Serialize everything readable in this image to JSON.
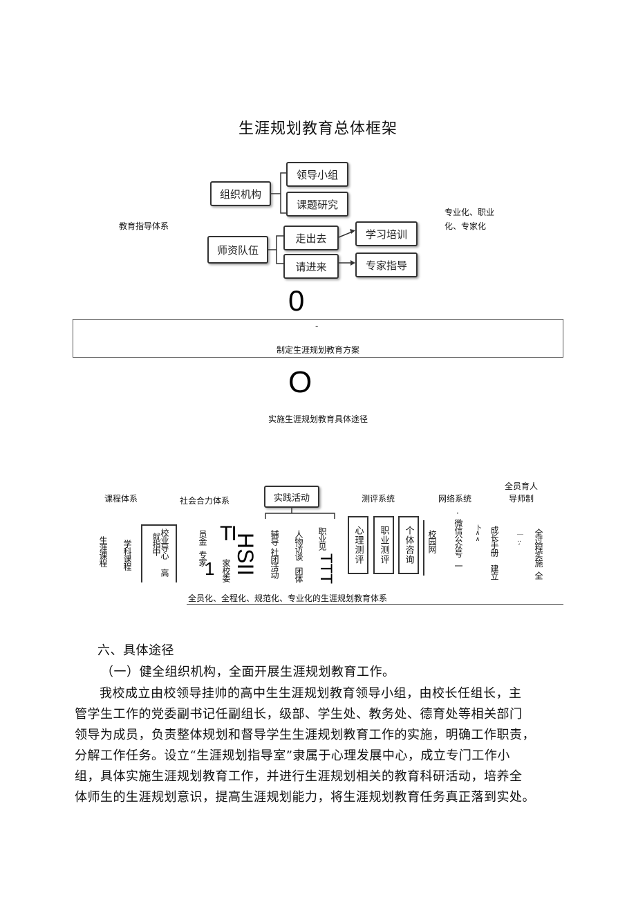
{
  "title": "生涯规划教育总体框架",
  "guidance": {
    "system_label": "教育指导体系",
    "org": "组织机构",
    "org_children": [
      "领导小组",
      "课题研究"
    ],
    "teachers": "师资队伍",
    "teacher_children": [
      "走出去",
      "请进来"
    ],
    "teacher_results": [
      "学习培训",
      "专家指导"
    ],
    "side_note": "专业化、职业化、专家化"
  },
  "arrow_glyph_1": "0",
  "plan_box": {
    "dash": "-",
    "label": "制定生涯规划教育方案"
  },
  "arrow_glyph_2": "O",
  "impl_label": "实施生涯规划教育具体途径",
  "systems": {
    "curriculum": "课程体系",
    "social": "社会合力体系",
    "practice": "实践活动",
    "assessment": "测评系统",
    "network": "网络系统",
    "mentor_line1": "全员育人",
    "mentor_line2": "导师制"
  },
  "verticals": {
    "career_course": "生涯课程",
    "subject_course": "学科课程",
    "box_col1": "就指中",
    "box_col2": "校业导心",
    "box_col3": "高",
    "staff1": "员金",
    "staff2": "专家",
    "parent": "家校委",
    "counsel1": "辅导",
    "counsel2": "社团活动",
    "people1": "人物访谈",
    "people2": "团体",
    "career_see": "职业见",
    "psych": "心理测评",
    "job": "职业测评",
    "indiv": "个体咨询",
    "campus_net": "校园网",
    "wechat_dot": "·",
    "wechat": "微信公众号",
    "wechat_end": "一",
    "tiny": "卜∧∧",
    "handbook": "成长手册",
    "build": "建立",
    "marks": "｜‥‘",
    "whole": "全过程实施",
    "whole_end": "全"
  },
  "glyphs": {
    "hsii": "HSII",
    "ti": "TI",
    "one": "1",
    "ttt": "TTT"
  },
  "bottom_caption": "全员化、全程化、规范化、专业化的生涯规划教育体系",
  "section_heading": "六、具体途径",
  "subheading": "（一）健全组织机构，全面开展生涯规划教育工作。",
  "paragraph_lines": [
    "我校成立由校领导挂帅的高中生生涯规划教育领导小组，由校长任组长，主",
    "管学生工作的党委副书记任副组长，级部、学生处、教务处、德育处等相关部门",
    "领导为成员，负责整体规划和督导学生生涯规划教育工作的实施，明确工作职责，",
    "分解工作任务。设立“生涯规划指导室”隶属于心理发展中心，成立专门工作小",
    "组，具体实施生涯规划教育工作，并进行生涯规划相关的教育科研活动，培养全",
    "体师生的生涯规划意识，提高生涯规划能力，将生涯规划教育任务真正落到实处。"
  ]
}
